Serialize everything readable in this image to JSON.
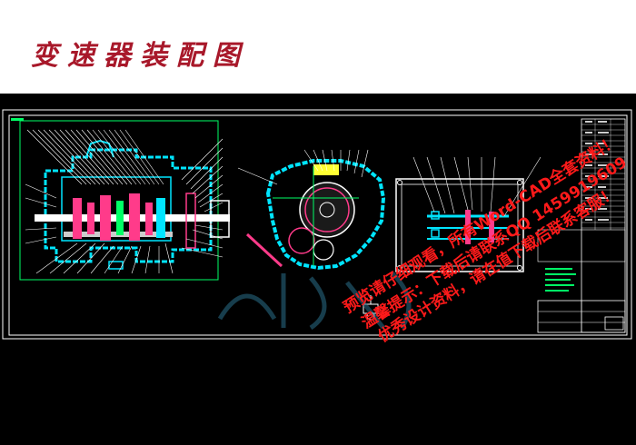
{
  "document": {
    "title": "变速器装配图"
  },
  "watermark": {
    "line1": "预览请仔细观看，所有Word-CAD全套资料！",
    "line2": "温馨提示：下载后请联系QQ 1459919609",
    "line3": "优秀设计资料，请在值下载后联系客服！"
  },
  "colors": {
    "title": "#a8182a",
    "background": "#000000",
    "frame": "#ffffff",
    "housing": "#00e5ff",
    "gears": "#ff3b8a",
    "outline": "#00ff66",
    "watermark": "#ff1a1a",
    "shafts": "#ffffff",
    "dim_lines": "#ffff33"
  }
}
